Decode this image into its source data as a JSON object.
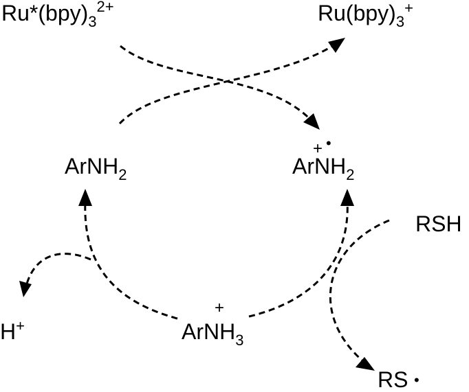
{
  "species": {
    "ru_excited": {
      "main": "Ru*(bpy)",
      "sub": "3",
      "sup": "2+"
    },
    "ru_reduced": {
      "main": "Ru(bpy)",
      "sub": "3",
      "sup": "+"
    },
    "aniline": {
      "main": "ArNH",
      "sub": "2"
    },
    "radical_cation": {
      "main": "ArNH",
      "sub": "2",
      "charge": "+",
      "dot": "•"
    },
    "anilinium": {
      "main": "ArNH",
      "sub": "3",
      "charge": "+"
    },
    "proton": {
      "main": "H",
      "sup": "+"
    },
    "thiol": {
      "main": "RSH"
    },
    "thiyl_radical": {
      "main": "RS",
      "dot": "•"
    }
  },
  "colors": {
    "ink": "#000000",
    "background": "#ffffff"
  }
}
